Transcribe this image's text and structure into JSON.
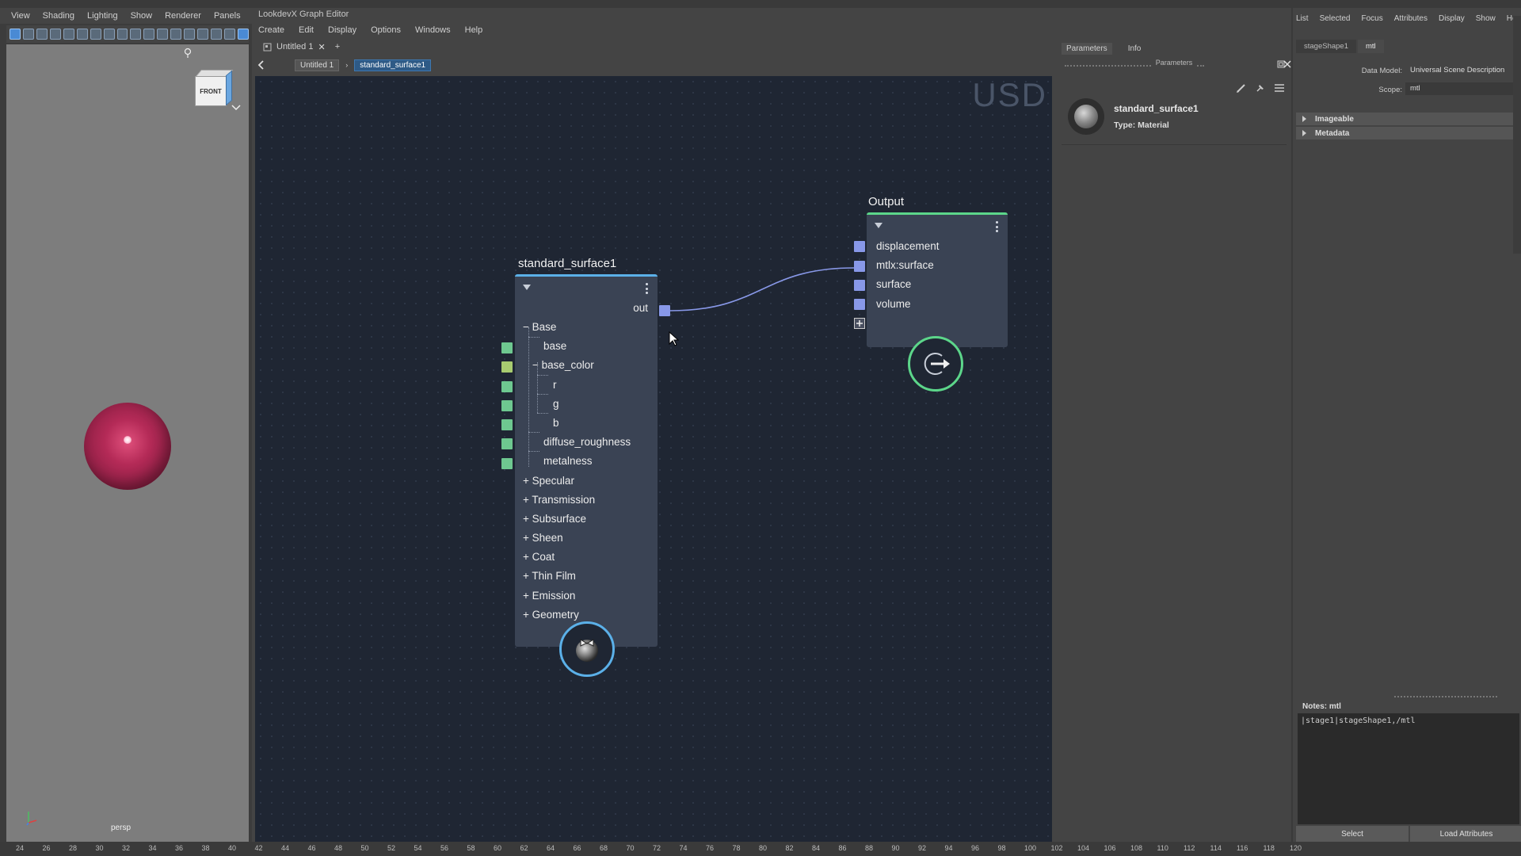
{
  "viewport": {
    "menu": [
      "View",
      "Shading",
      "Lighting",
      "Show",
      "Renderer",
      "Panels"
    ],
    "cube_label": "FRONT",
    "camera_label": "persp"
  },
  "graph_editor": {
    "title": "LookdevX Graph Editor",
    "menu": [
      "Create",
      "Edit",
      "Display",
      "Options",
      "Windows",
      "Help"
    ],
    "tab_label": "Untitled 1",
    "tab_add": "+",
    "crumbs": [
      "Untitled 1",
      "standard_surface1"
    ],
    "watermark": "USD",
    "surface_node": {
      "title": "standard_surface1",
      "output_label": "out",
      "rows": [
        {
          "label": "Base",
          "prefix": "−"
        },
        {
          "label": "base",
          "prefix": ""
        },
        {
          "label": "base_color",
          "prefix": "−"
        },
        {
          "label": "r",
          "prefix": ""
        },
        {
          "label": "g",
          "prefix": ""
        },
        {
          "label": "b",
          "prefix": ""
        },
        {
          "label": "diffuse_roughness",
          "prefix": ""
        },
        {
          "label": "metalness",
          "prefix": ""
        },
        {
          "label": "Specular",
          "prefix": "+"
        },
        {
          "label": "Transmission",
          "prefix": "+"
        },
        {
          "label": "Subsurface",
          "prefix": "+"
        },
        {
          "label": "Sheen",
          "prefix": "+"
        },
        {
          "label": "Coat",
          "prefix": "+"
        },
        {
          "label": "Thin Film",
          "prefix": "+"
        },
        {
          "label": "Emission",
          "prefix": "+"
        },
        {
          "label": "Geometry",
          "prefix": "+"
        }
      ]
    },
    "output_node": {
      "title": "Output",
      "inputs": [
        "displacement",
        "mtlx:surface",
        "surface",
        "volume"
      ]
    },
    "colors": {
      "graph_bg": "#1f2633",
      "surface_accent": "#5bb0e8",
      "output_accent": "#5cd68a",
      "port_green": "#6ec890",
      "port_blue": "#8898e8",
      "wire": "#8898e8"
    }
  },
  "parameters": {
    "tabs": [
      "Parameters",
      "Info"
    ],
    "header": "Parameters",
    "material_name": "standard_surface1",
    "material_type": "Type: Material"
  },
  "attribute_editor": {
    "menu": [
      "List",
      "Selected",
      "Focus",
      "Attributes",
      "Display",
      "Show",
      "He"
    ],
    "tabs": [
      "stageShape1",
      "mtl"
    ],
    "data_model_label": "Data Model:",
    "data_model_value": "Universal Scene Description",
    "scope_label": "Scope:",
    "scope_value": "mtl",
    "sections": [
      "Imageable",
      "Metadata"
    ],
    "notes_label": "Notes: mtl",
    "notes_text": "|stage1|stageShape1,/mtl",
    "buttons": [
      "Select",
      "Load Attributes"
    ]
  },
  "timeline": {
    "ticks": [
      "24",
      "26",
      "28",
      "30",
      "32",
      "34",
      "36",
      "38",
      "40",
      "42",
      "44",
      "46",
      "48",
      "50",
      "52",
      "54",
      "56",
      "58",
      "60",
      "62",
      "64",
      "66",
      "68",
      "70",
      "72",
      "74",
      "76",
      "78",
      "80",
      "82",
      "84",
      "86",
      "88",
      "90",
      "92",
      "94",
      "96",
      "98",
      "100",
      "102",
      "104",
      "106",
      "108",
      "110",
      "112",
      "114",
      "116",
      "118",
      "120"
    ]
  }
}
